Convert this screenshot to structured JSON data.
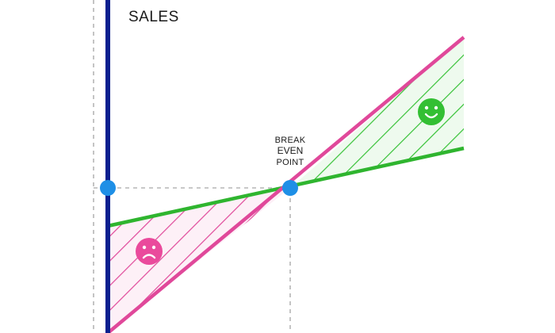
{
  "title": "SALES",
  "break_even_label": {
    "line1": "BREAK",
    "line2": "EVEN",
    "line3": "POINT"
  },
  "icons": {
    "loss": "sad-face-icon",
    "profit": "happy-face-icon"
  },
  "colors": {
    "vertical_axis": "#0a1f8f",
    "revenue_line": "#e0489a",
    "cost_line": "#2fb52f",
    "fixed_cost_line_start": "#f07a1e",
    "fixed_cost_line_end": "#f5c81c",
    "loss_area": "#e0489a",
    "profit_area": "#36c236",
    "break_even_point": "#1e8fe6",
    "guide_lines": "#b5b5b5",
    "sad_face": "#ea4a9c",
    "happy_face": "#33bf33"
  }
}
